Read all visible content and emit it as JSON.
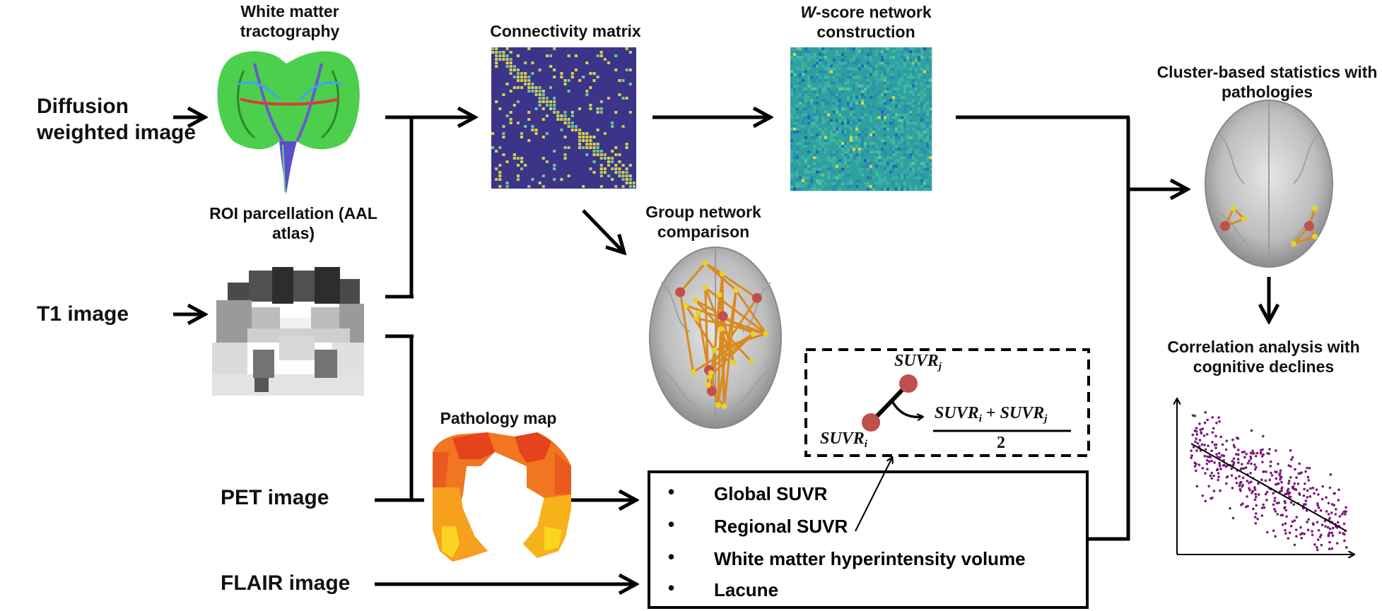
{
  "inputs": {
    "diffusion": "Diffusion weighted image",
    "t1": "T1 image",
    "pet": "PET image",
    "flair": "FLAIR image"
  },
  "stages": {
    "tractography": "White matter tractography",
    "roi": "ROI parcellation (AAL atlas)",
    "connectivity": "Connectivity matrix",
    "wscore_italic": "W",
    "wscore_rest": "-score network construction",
    "group": "Group network comparison",
    "pathology_map": "Pathology map",
    "cluster": "Cluster-based statistics with pathologies",
    "correlation": "Correlation analysis with cognitive declines"
  },
  "pathology_measures": [
    "Global SUVR",
    "Regional SUVR",
    "White matter hyperintensity volume",
    "Lacune"
  ],
  "formula": {
    "suvr": "SUVR",
    "i": "i",
    "j": "j",
    "plus": " + ",
    "denominator": "2"
  },
  "colors": {
    "matrix_bg": "#3b3488",
    "matrix_hi": "#d6d14a",
    "wscore_bg": "#2ea0a0",
    "node_red": "#c0504d",
    "edge_orange": "#d98a1e",
    "scatter_purple": "#7a1a7a"
  }
}
